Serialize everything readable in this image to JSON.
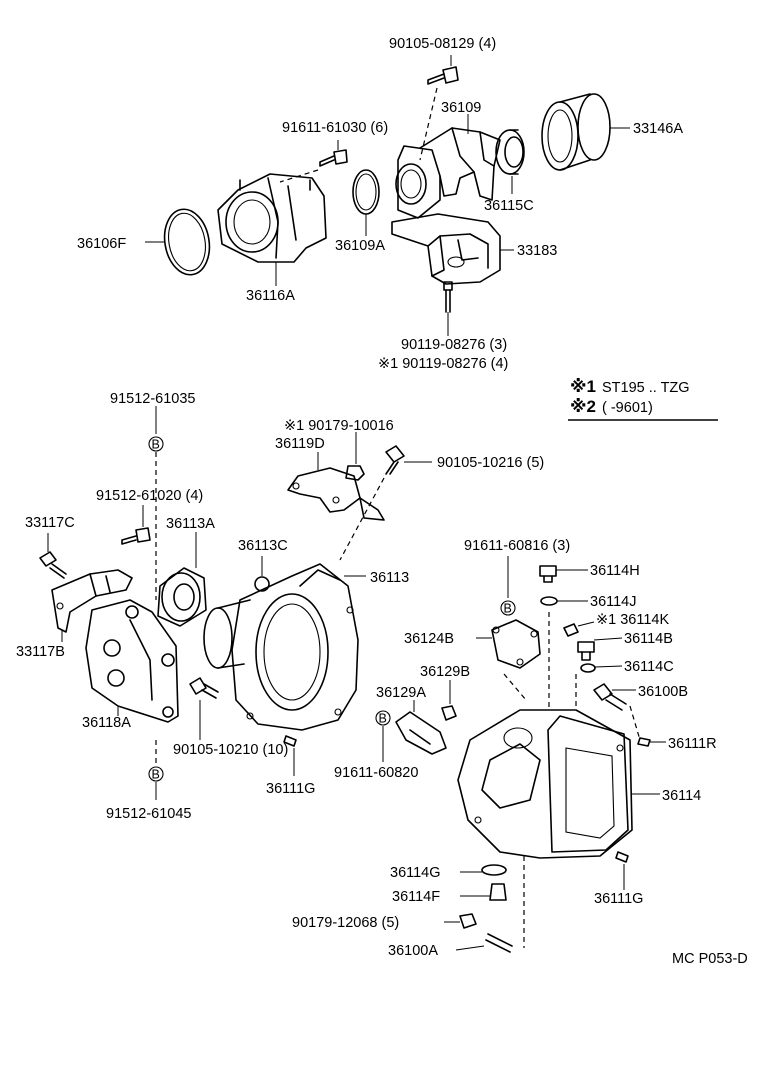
{
  "legend": {
    "note1_mark": "※1",
    "note1_text": "ST195 .. TZG",
    "note2_mark": "※2",
    "note2_text": "(        -9601)"
  },
  "drawing_code": "MC P053-D",
  "bubble_letter": "B",
  "labels": {
    "p90105_08129": "90105-08129 (4)",
    "p36109": "36109",
    "p33146A": "33146A",
    "p91611_61030": "91611-61030 (6)",
    "p36115C": "36115C",
    "p36106F": "36106F",
    "p36109A": "36109A",
    "p33183": "33183",
    "p36116A": "36116A",
    "p90119_08276a": "90119-08276 (3)",
    "p90119_08276b": "※1 90119-08276 (4)",
    "p91512_61035": "91512-61035",
    "p90179_10016": "※1 90179-10016",
    "p36119D": "36119D",
    "p90105_10216": "90105-10216 (5)",
    "p91512_61020": "91512-61020 (4)",
    "p33117C": "33117C",
    "p36113A": "36113A",
    "p36113C": "36113C",
    "p36113": "36113",
    "p91611_60816": "91611-60816 (3)",
    "p36114H": "36114H",
    "p36114J": "36114J",
    "p36114K": "※1 36114K",
    "p36124B": "36124B",
    "p36114B": "36114B",
    "p33117B": "33117B",
    "p36114C": "36114C",
    "p36129B": "36129B",
    "p36100B": "36100B",
    "p36129A": "36129A",
    "p36118A": "36118A",
    "p90105_10210": "90105-10210 (10)",
    "p36111R": "36111R",
    "p36111G_a": "36111G",
    "p91611_60820": "91611-60820",
    "p36114": "36114",
    "p91512_61045": "91512-61045",
    "p36114G": "36114G",
    "p36114F": "36114F",
    "p36111G_b": "36111G",
    "p90179_12068": "90179-12068 (5)",
    "p36100A": "36100A"
  }
}
